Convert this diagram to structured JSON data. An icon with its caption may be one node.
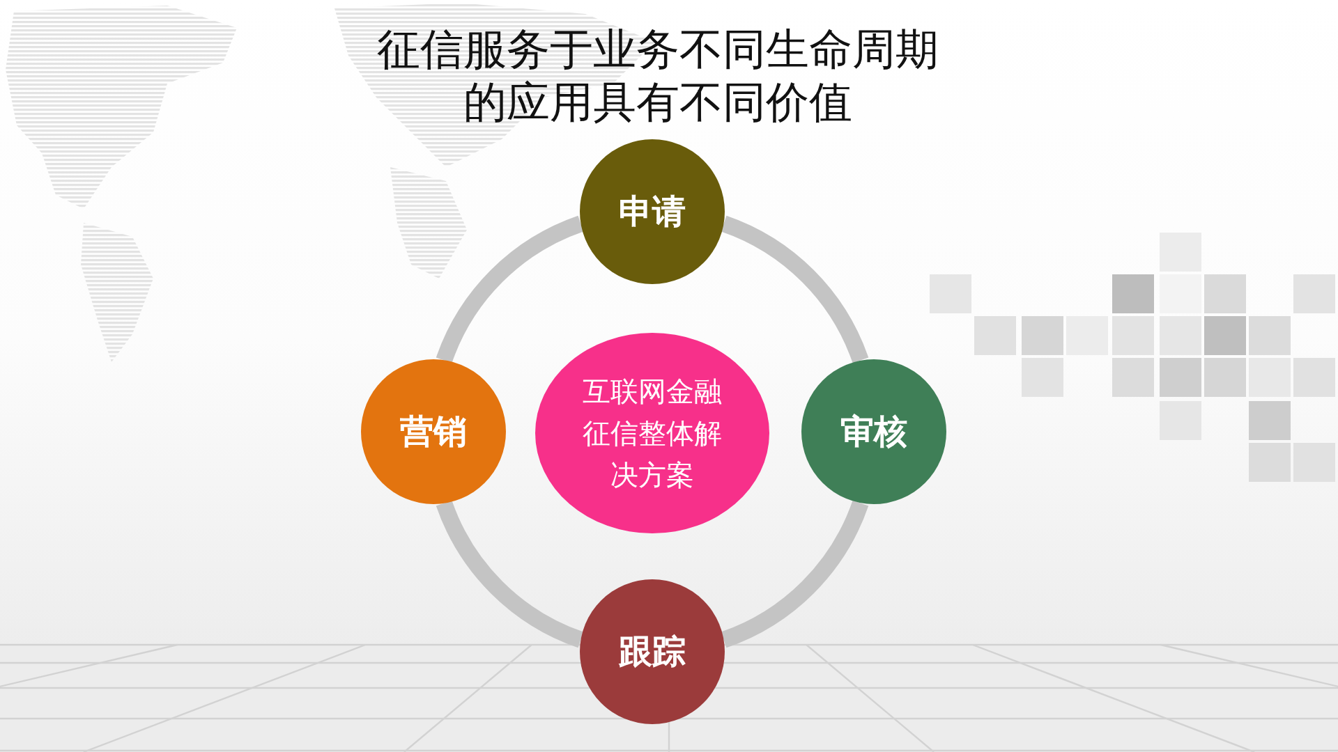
{
  "diagram": {
    "title": "征信服务于业务不同生命周期的应用具有不同价值",
    "nodes": [
      {
        "text": [
          "申请"
        ]
      },
      {
        "text": [
          "营销"
        ]
      },
      {
        "text": [
          "互联网金融征信整体解决方案"
        ]
      },
      {
        "text": [
          "审核"
        ]
      },
      {
        "text": [
          "跟踪"
        ]
      }
    ],
    "edges": [
      {
        "from": 0,
        "to": 3,
        "arrow": "none"
      },
      {
        "from": 3,
        "to": 4,
        "arrow": "none"
      },
      {
        "from": 4,
        "to": 1,
        "arrow": "none"
      },
      {
        "from": 1,
        "to": 0,
        "arrow": "none"
      }
    ]
  }
}
